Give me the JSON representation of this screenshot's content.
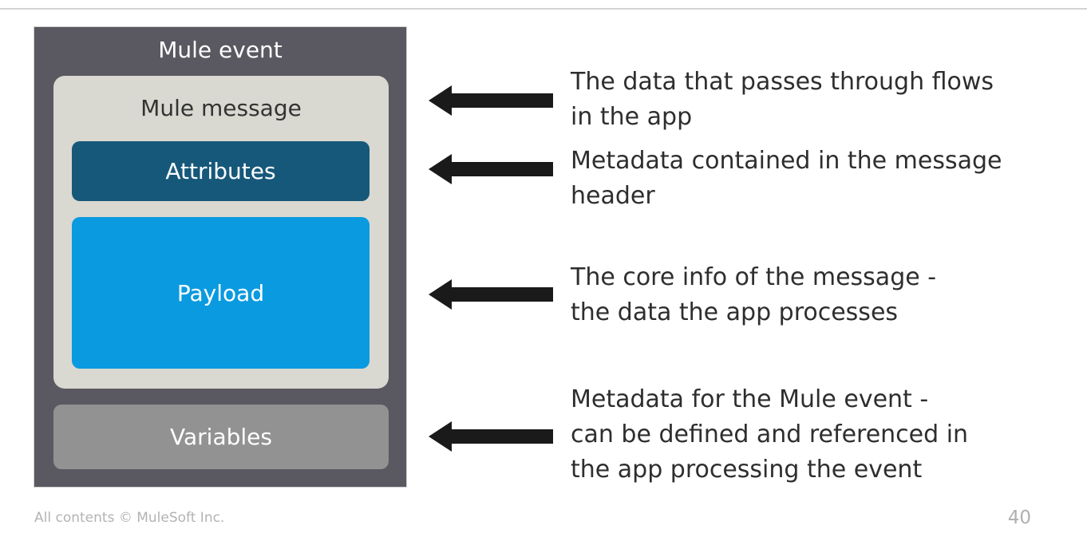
{
  "slide": {
    "footer": "All contents © MuleSoft Inc.",
    "page_number": "40"
  },
  "diagram": {
    "outer_label": "Mule event",
    "message_label": "Mule message",
    "attributes_label": "Attributes",
    "payload_label": "Payload",
    "variables_label": "Variables"
  },
  "annotations": [
    {
      "target": "Mule message",
      "text": "The data that passes through flows\nin the app"
    },
    {
      "target": "Attributes",
      "text": "Metadata contained in the message\nheader"
    },
    {
      "target": "Payload",
      "text": "The core info of the message -\nthe data the app processes"
    },
    {
      "target": "Variables",
      "text": "Metadata for the Mule event -\ncan be defined and referenced in\nthe app processing the event"
    }
  ],
  "colors": {
    "outer_box_bg": "#5a5860",
    "message_box_bg": "#d9d8d1",
    "attributes_bg": "#16587a",
    "payload_bg": "#0a9ae0",
    "variables_bg": "#929292",
    "arrow_color": "#1a1a1a",
    "annotation_text": "#2e2e2e",
    "muted_text": "#b3b3b3"
  }
}
